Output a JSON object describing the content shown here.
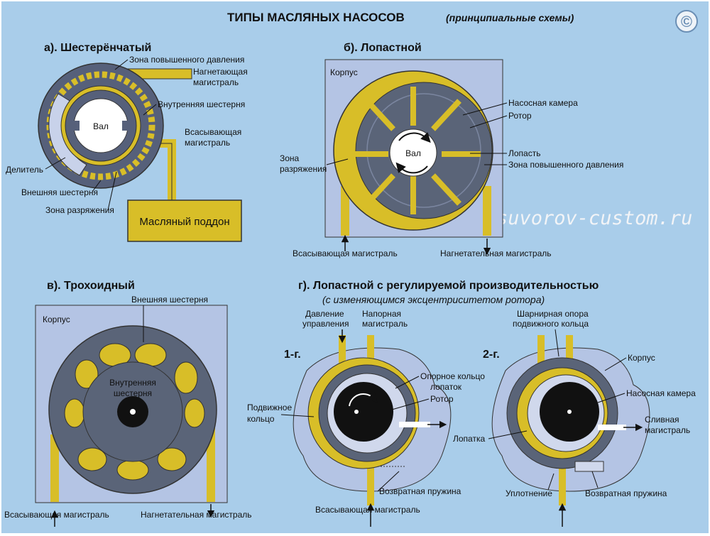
{
  "title": {
    "main": "ТИПЫ МАСЛЯНЫХ НАСОСОВ",
    "sub": "(принципиальные схемы)"
  },
  "copyright_symbol": "©",
  "watermark": "suvorov-custom.ru",
  "colors": {
    "background": "#a9cdea",
    "housing": "#b4c4e4",
    "rotor": "#5a6478",
    "oil": "#d8be28"
  },
  "panel_a": {
    "heading": "а). Шестерёнчатый",
    "labels": {
      "high_pressure_zone": "Зона повышенного давления",
      "discharge_1": "Нагнетающая",
      "discharge_2": "магистраль",
      "inner_gear": "Внутренняя шестерня",
      "shaft": "Вал",
      "suction_1": "Всасывающая",
      "suction_2": "магистраль",
      "divider": "Делитель",
      "outer_gear": "Внешняя шестерня",
      "low_pressure_zone": "Зона разряжения",
      "oil_pan": "Масляный поддон"
    }
  },
  "panel_b": {
    "heading": "б). Лопастной",
    "labels": {
      "housing": "Корпус",
      "pump_chamber": "Насосная камера",
      "rotor": "Ротор",
      "vane": "Лопасть",
      "high_pressure_zone": "Зона повышенного давления",
      "low_pressure_zone_1": "Зона",
      "low_pressure_zone_2": "разряжения",
      "shaft": "Вал",
      "suction_line": "Всасывающая магистраль",
      "discharge_line": "Нагнетательная магистраль"
    }
  },
  "panel_c": {
    "heading": "в). Трохоидный",
    "labels": {
      "housing": "Корпус",
      "outer_gear": "Внешняя шестерня",
      "inner_gear_1": "Внутренняя",
      "inner_gear_2": "шестерня",
      "suction_line": "Всасывающая магистраль",
      "discharge_line": "Нагнетательная магистраль"
    }
  },
  "panel_d": {
    "heading": "г). Лопастной с регулируемой производительностью",
    "subheading": "(с изменяющимся эксцентриситетом ротора)",
    "variant_1": "1-г.",
    "variant_2": "2-г.",
    "labels": {
      "control_pressure_1": "Давление",
      "control_pressure_2": "управления",
      "pressure_line_1": "Напорная",
      "pressure_line_2": "магистраль",
      "support_ring_1": "Опорное кольцо",
      "support_ring_2": "лопаток",
      "rotor": "Ротор",
      "movable_ring_1": "Подвижное",
      "movable_ring_2": "кольцо",
      "return_spring": "Возвратная пружина",
      "suction_line": "Всасывающая магистраль",
      "hinge_1": "Шарнирная опора",
      "hinge_2": "подвижного кольца",
      "housing": "Корпус",
      "pump_chamber": "Насосная камера",
      "drain_1": "Сливная",
      "drain_2": "магистраль",
      "vane": "Лопатка",
      "seal": "Уплотнение",
      "return_spring_2": "Возвратная пружина"
    }
  }
}
